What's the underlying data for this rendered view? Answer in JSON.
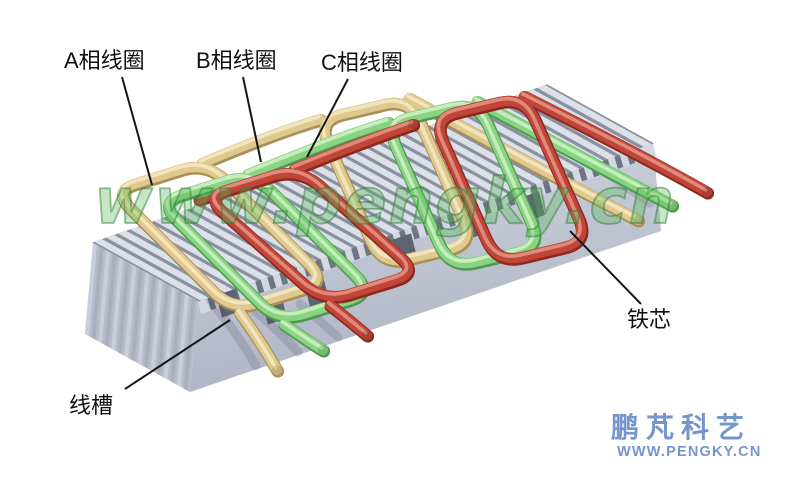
{
  "diagram": {
    "labels": {
      "phase_a": "A相线圈",
      "phase_b": "B相线圈",
      "phase_c": "C相线圈",
      "iron_core": "铁芯",
      "wire_slot": "线槽"
    },
    "watermark": "www.pengky.cn",
    "logo": {
      "name": "鹏芃科艺",
      "site": "WWW.PENGKY.CN"
    },
    "colors": {
      "phase_a": "#DFC98E",
      "phase_b": "#89D483",
      "phase_c": "#C2453A",
      "core_top": "#DBE0E9",
      "core_slot": "#8A90A0",
      "logo_blue": "#7595CE",
      "watermark_green": "#57B85A",
      "background": "#FFFFFF"
    }
  }
}
